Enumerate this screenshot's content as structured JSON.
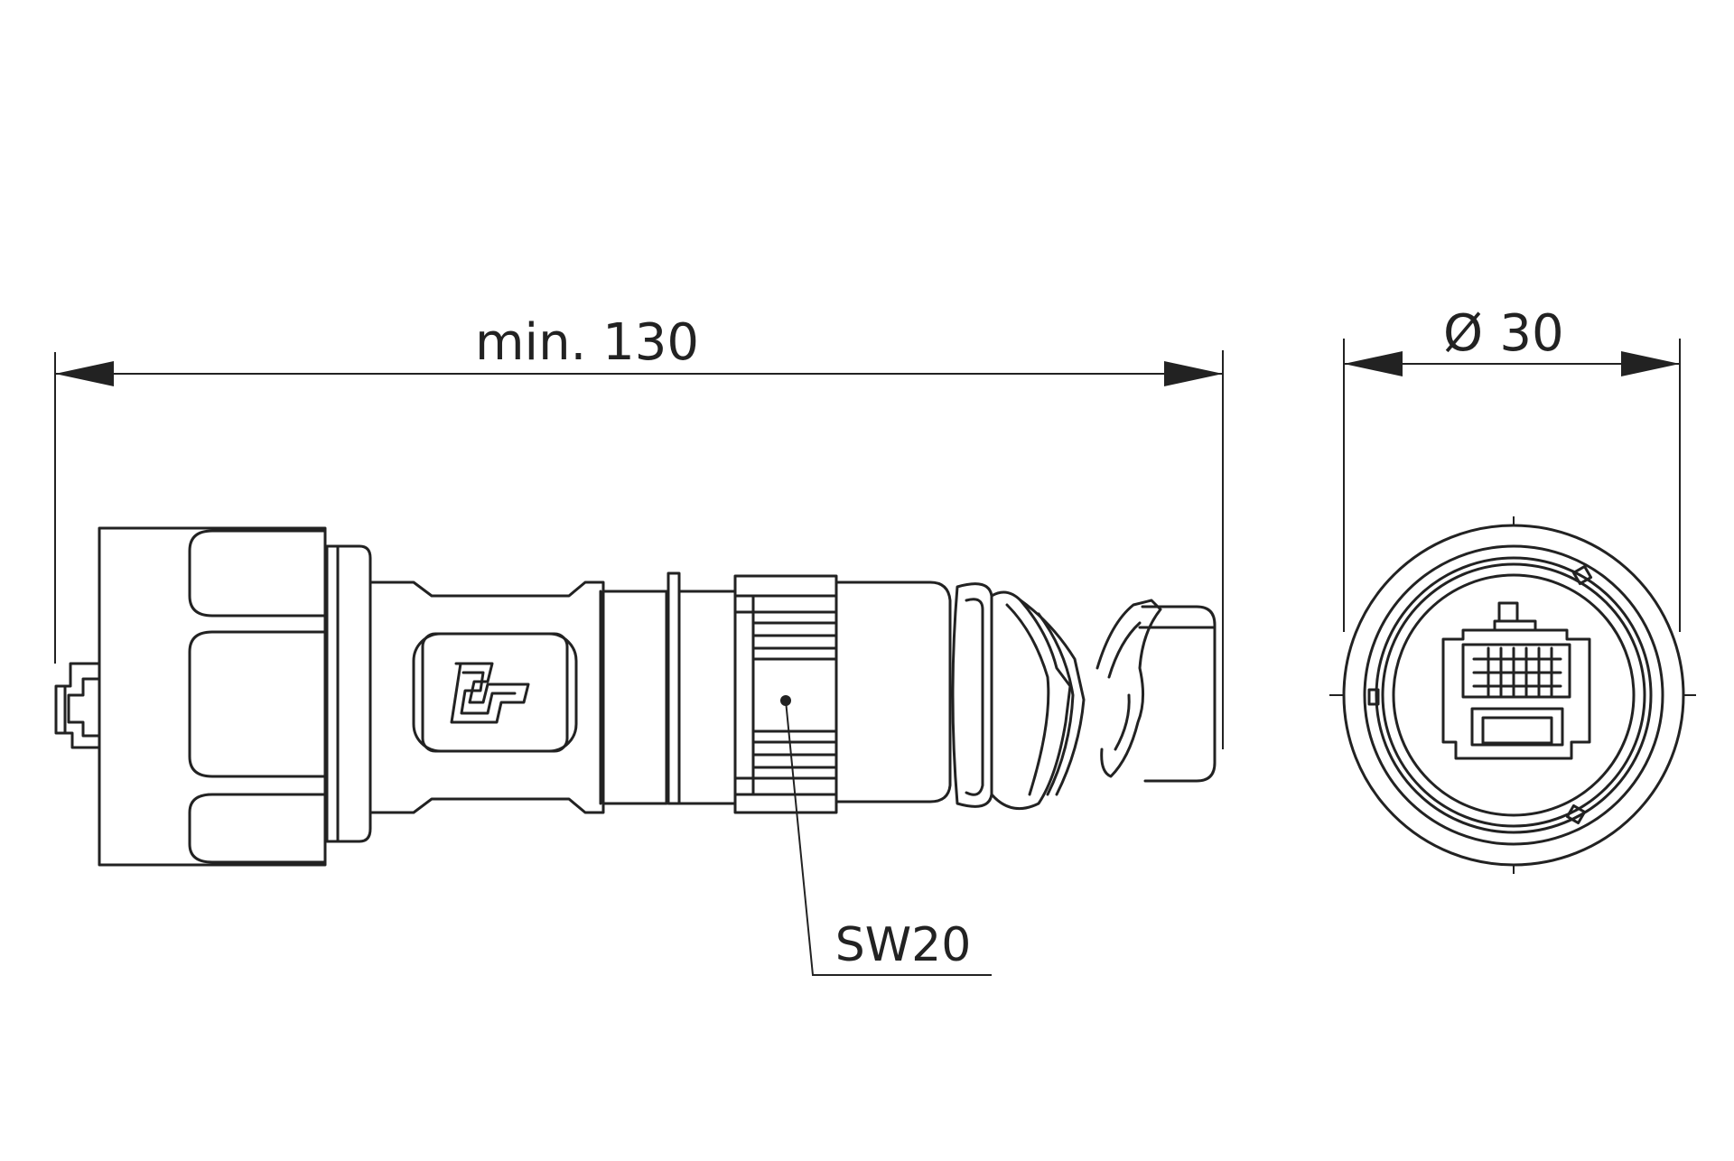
{
  "dimensions": {
    "length_label": "min. 130",
    "diameter_label": "30",
    "diameter_symbol": "Ø"
  },
  "callouts": {
    "wrench_size": "SW20"
  },
  "colors": {
    "line": "#222222",
    "background": "#ffffff"
  }
}
